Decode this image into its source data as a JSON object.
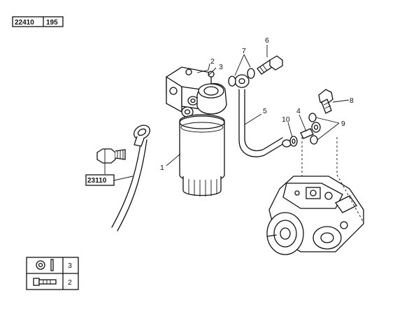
{
  "figure_ref": {
    "left": "22410",
    "right": "195"
  },
  "ref_box_23110": "23110",
  "callouts": {
    "c1": "1",
    "c2": "2",
    "c3": "3",
    "c4": "4",
    "c5": "5",
    "c6": "6",
    "c7": "7",
    "c8": "8",
    "c9": "9",
    "c10": "10"
  },
  "legend": {
    "row1_qty": "3",
    "row2_qty": "2"
  }
}
